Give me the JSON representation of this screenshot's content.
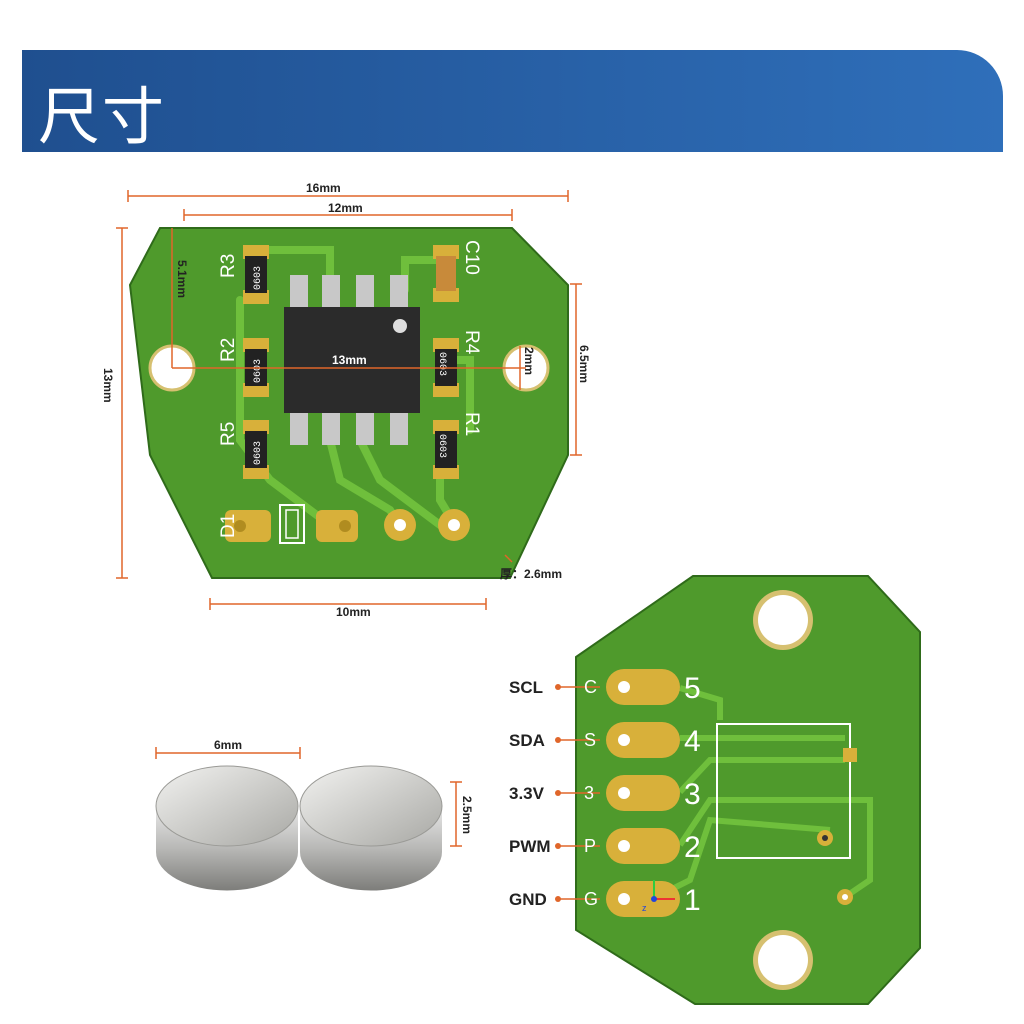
{
  "header": {
    "title": "尺寸"
  },
  "top_board": {
    "dimensions": {
      "width": "16mm",
      "hole_spacing": "12mm",
      "height": "13mm",
      "upper_offset": "5.1mm",
      "right_edge": "6.5mm",
      "hole_dia": "2mm",
      "chip": "13mm",
      "bottom_width": "10mm",
      "thickness": "厚：2.6mm"
    },
    "components": [
      "R3",
      "R2",
      "R5",
      "D1",
      "C10",
      "R4",
      "R1"
    ],
    "package_label": "0603"
  },
  "magnet": {
    "diameter": "6mm",
    "height": "2.5mm"
  },
  "bottom_board": {
    "pins": [
      {
        "label": "SCL",
        "silk": "C",
        "num": "5"
      },
      {
        "label": "SDA",
        "silk": "S",
        "num": "4"
      },
      {
        "label": "3.3V",
        "silk": "3",
        "num": "3"
      },
      {
        "label": "PWM",
        "silk": "P",
        "num": "2"
      },
      {
        "label": "GND",
        "silk": "G",
        "num": "1"
      }
    ],
    "axis_label": "z"
  },
  "colors": {
    "pcb": "#4f9a2c",
    "pad": "#d8b03a",
    "dim_line": "#e0662a",
    "banner": "#2a5fa6"
  }
}
